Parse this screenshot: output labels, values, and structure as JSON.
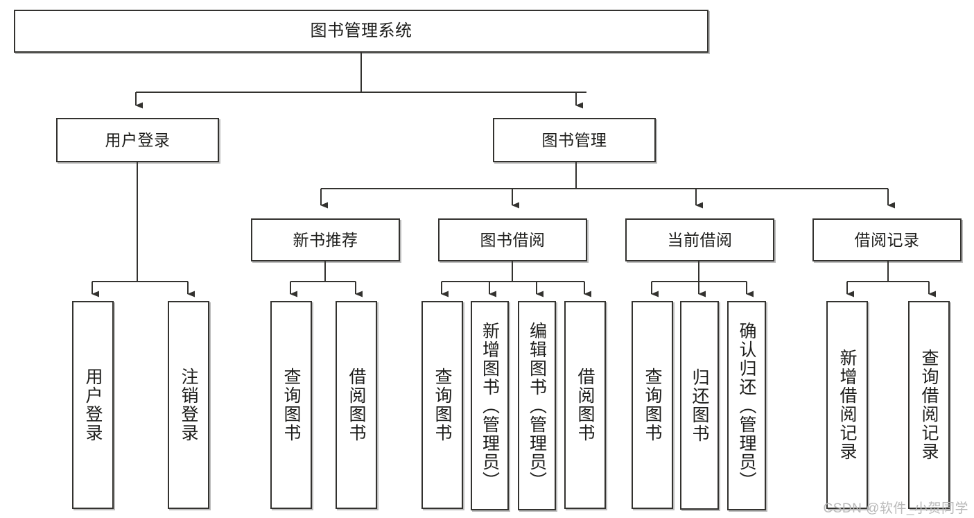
{
  "diagram": {
    "title": "图书管理系统",
    "type": "tree-hierarchy-chart",
    "watermark": "CSDN @软件_小贺同学",
    "colors": {
      "stroke": "#33322f",
      "text": "#1d1d1b",
      "background": "#ffffff",
      "watermark": "#b9b9b9"
    },
    "nodes": {
      "root": {
        "label": "图书管理系统"
      },
      "level2": [
        {
          "id": "user-login",
          "label": "用户登录"
        },
        {
          "id": "book-manage",
          "label": "图书管理"
        }
      ],
      "level3": [
        {
          "id": "new-book-recommend",
          "label": "新书推荐"
        },
        {
          "id": "book-borrow",
          "label": "图书借阅"
        },
        {
          "id": "current-borrow",
          "label": "当前借阅"
        },
        {
          "id": "borrow-record",
          "label": "借阅记录"
        }
      ],
      "leaves": {
        "user-login": [
          {
            "id": "leaf-user-login",
            "label": "用户登录"
          },
          {
            "id": "leaf-user-logout",
            "label": "注销登录"
          }
        ],
        "new-book-recommend": [
          {
            "id": "leaf-query-book-1",
            "label": "查询图书"
          },
          {
            "id": "leaf-borrow-book-1",
            "label": "借阅图书"
          }
        ],
        "book-borrow": [
          {
            "id": "leaf-query-book-2",
            "label": "查询图书"
          },
          {
            "id": "leaf-add-book",
            "label": "新增图书（管理员）"
          },
          {
            "id": "leaf-edit-book",
            "label": "编辑图书（管理员）"
          },
          {
            "id": "leaf-borrow-book-2",
            "label": "借阅图书"
          }
        ],
        "current-borrow": [
          {
            "id": "leaf-query-book-3",
            "label": "查询图书"
          },
          {
            "id": "leaf-return-book",
            "label": "归还图书"
          },
          {
            "id": "leaf-confirm-return",
            "label": "确认归还（管理员）"
          }
        ],
        "borrow-record": [
          {
            "id": "leaf-add-record",
            "label": "新增借阅记录"
          },
          {
            "id": "leaf-query-record",
            "label": "查询借阅记录"
          }
        ]
      }
    }
  }
}
